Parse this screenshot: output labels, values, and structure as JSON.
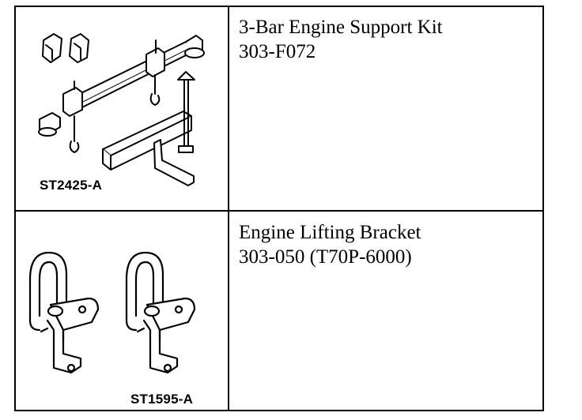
{
  "rows": [
    {
      "image": {
        "caption": "ST2425-A",
        "icon": "engine-support-kit-icon"
      },
      "description": {
        "title": "3-Bar Engine Support Kit",
        "part_number": "303-F072"
      }
    },
    {
      "image": {
        "caption": "ST1595-A",
        "icon": "lifting-bracket-icon"
      },
      "description": {
        "title": "Engine Lifting Bracket",
        "part_number": "303-050 (T70P-6000)"
      }
    }
  ]
}
